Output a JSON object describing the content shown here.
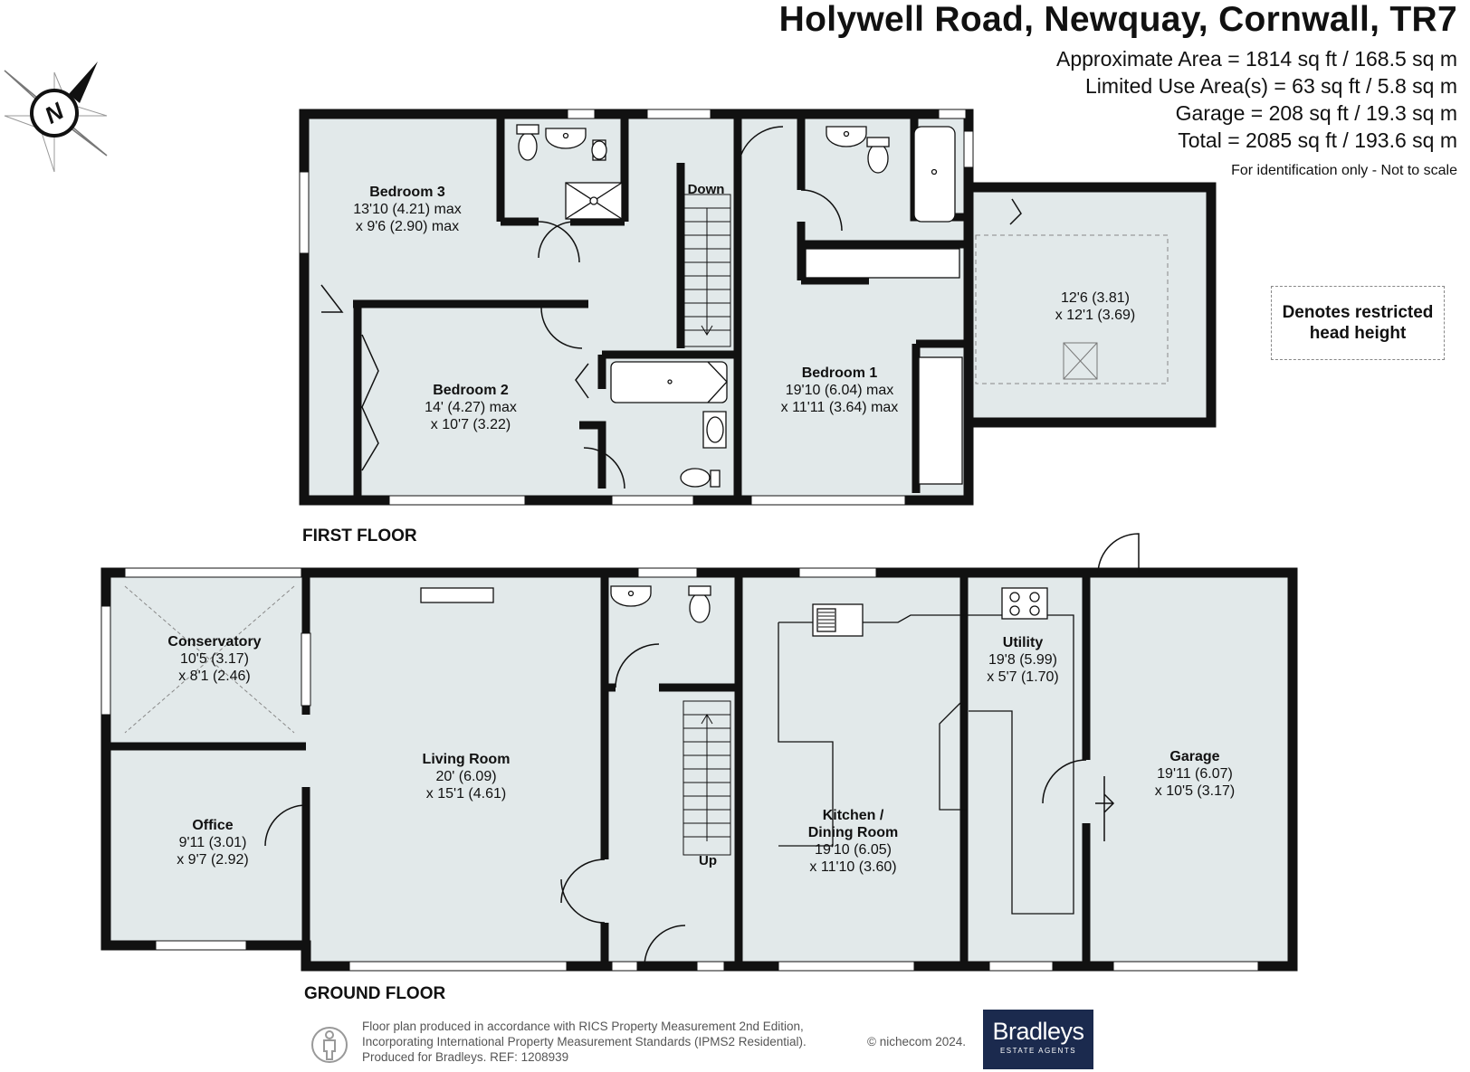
{
  "header": {
    "address": "Holywell Road, Newquay, Cornwall, TR7",
    "areas": [
      "Approximate Area = 1814 sq ft / 168.5 sq m",
      "Limited Use Area(s) = 63 sq ft / 5.8 sq m",
      "Garage = 208 sq ft / 19.3 sq m",
      "Total = 2085 sq ft / 193.6 sq m"
    ],
    "disclaimer": "For identification only - Not to scale"
  },
  "compass": {
    "label": "N",
    "icon": "compass-icon"
  },
  "legend": {
    "line1": "Denotes restricted",
    "line2": "head height"
  },
  "first_floor": {
    "label": "FIRST FLOOR",
    "rooms": {
      "bedroom3": {
        "name": "Bedroom 3",
        "dim1": "13'10 (4.21) max",
        "dim2": "x 9'6 (2.90) max"
      },
      "bedroom2": {
        "name": "Bedroom 2",
        "dim1": "14' (4.27) max",
        "dim2": "x 10'7 (3.22)"
      },
      "bedroom1": {
        "name": "Bedroom 1",
        "dim1": "19'10 (6.04) max",
        "dim2": "x 11'11 (3.64) max"
      },
      "loft": {
        "dim1": "12'6 (3.81)",
        "dim2": "x 12'1 (3.69)"
      }
    },
    "stairs_label": "Down"
  },
  "ground_floor": {
    "label": "GROUND FLOOR",
    "rooms": {
      "conservatory": {
        "name": "Conservatory",
        "dim1": "10'5 (3.17)",
        "dim2": "x 8'1 (2.46)"
      },
      "office": {
        "name": "Office",
        "dim1": "9'11 (3.01)",
        "dim2": "x 9'7  (2.92)"
      },
      "living": {
        "name": "Living Room",
        "dim1": "20' (6.09)",
        "dim2": "x 15'1 (4.61)"
      },
      "kitchen": {
        "name": "Kitchen /",
        "name2": "Dining Room",
        "dim1": "19'10 (6.05)",
        "dim2": "x 11'10 (3.60)"
      },
      "utility": {
        "name": "Utility",
        "dim1": "19'8 (5.99)",
        "dim2": "x 5'7 (1.70)"
      },
      "garage": {
        "name": "Garage",
        "dim1": "19'11 (6.07)",
        "dim2": "x 10'5 (3.17)"
      }
    },
    "stairs_label": "Up"
  },
  "footer": {
    "line1": "Floor plan produced in accordance with RICS Property Measurement 2nd Edition,",
    "line2": "Incorporating International Property Measurement Standards (IPMS2 Residential).",
    "line3": "Produced for Bradleys.    REF: 1208939",
    "copyright": "© nichecom 2024.",
    "logo_name": "Bradleys",
    "logo_sub": "ESTATE AGENTS"
  },
  "colors": {
    "floor_fill": "#e2e9ea",
    "wall": "#111111",
    "logo_bg": "#1b2a4e"
  }
}
